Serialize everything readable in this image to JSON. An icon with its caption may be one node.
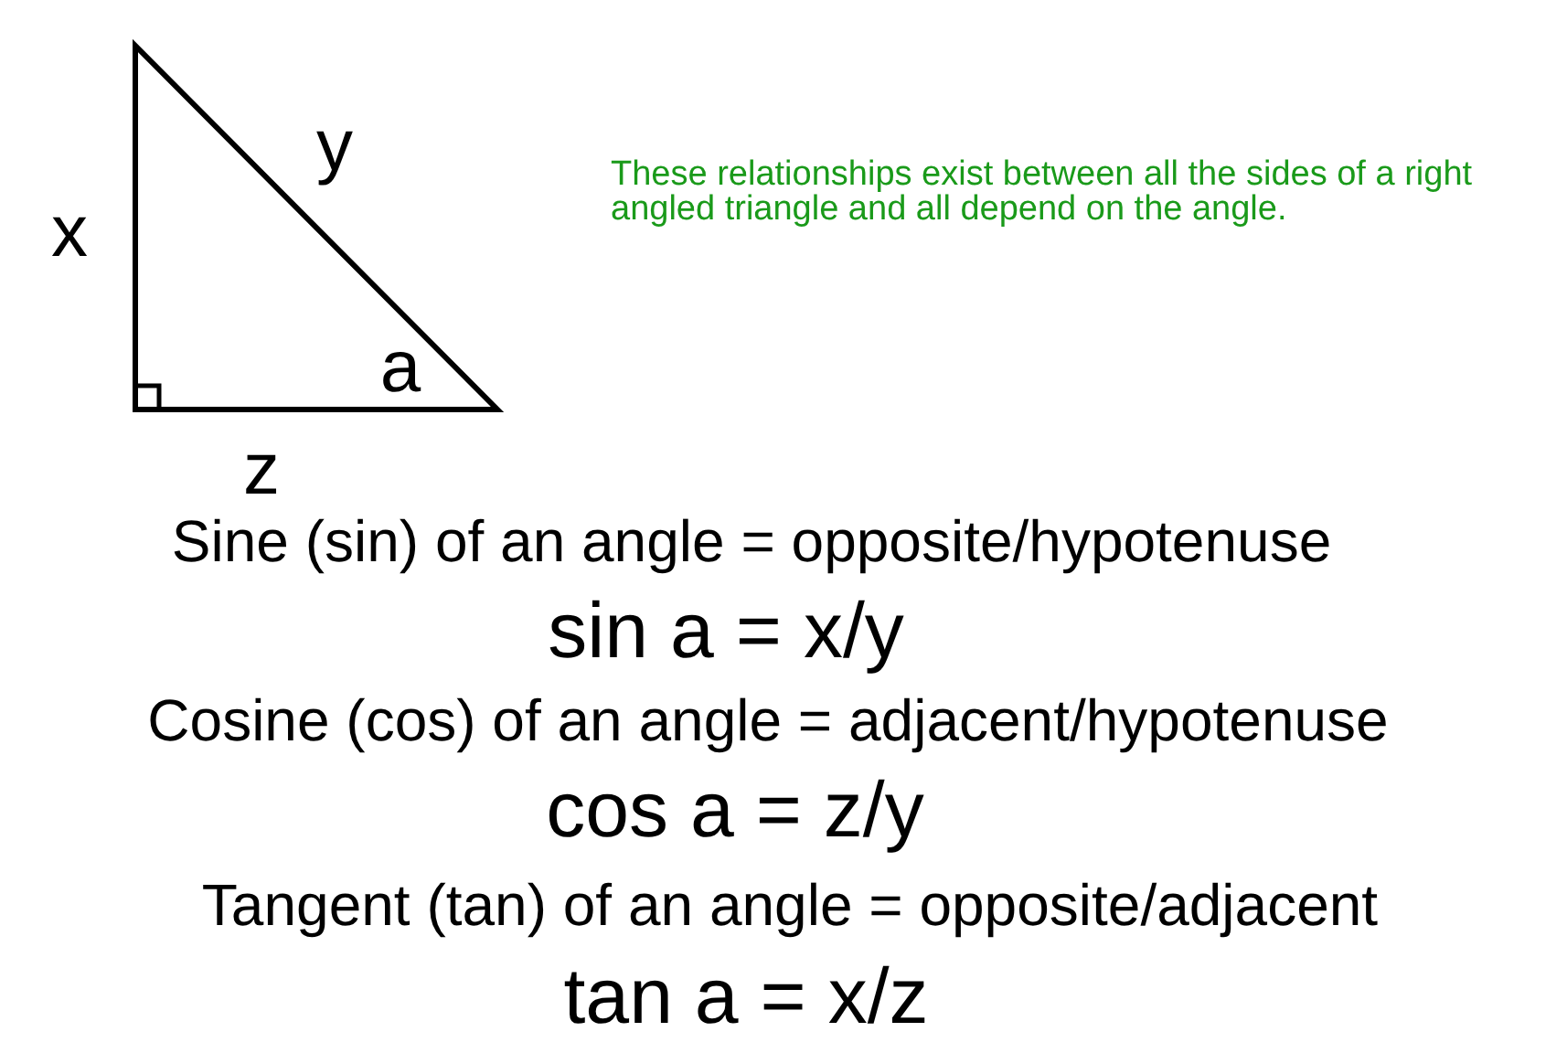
{
  "diagram": {
    "labels": [
      "y",
      "These relationships exist between all the sides of a right angled triangle and all depend on the angle.",
      "x",
      "a",
      "z",
      "Sine (sin) of an angle = opposite/hypotenuse",
      "sin a = x/y",
      "Cosine (cos) of an angle = adjacent/hypotenuse",
      "cos a = z/y",
      "Tangent (tan) of an angle = opposite/adjacent",
      "tan a = x/z"
    ]
  }
}
